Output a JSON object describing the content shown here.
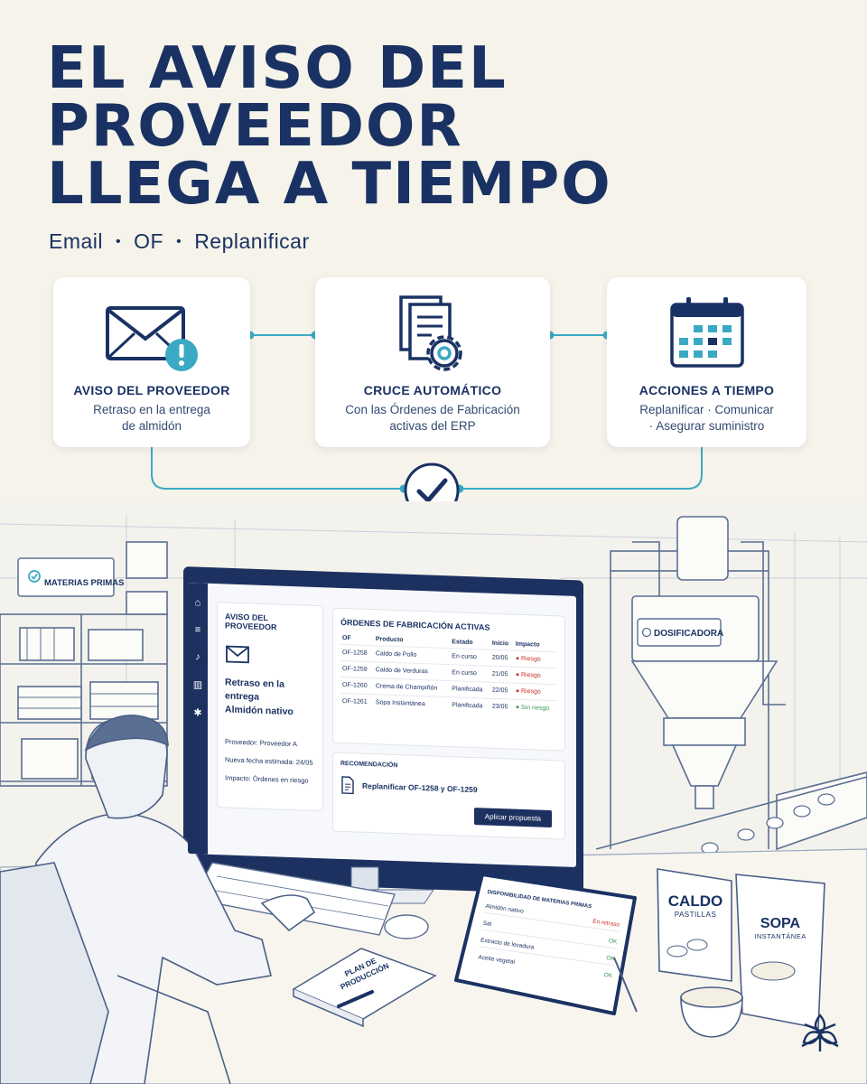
{
  "header": {
    "title_lines": [
      "EL AVISO DEL",
      "PROVEEDOR",
      "LLEGA A TIEMPO"
    ],
    "subtitle_items": [
      "Email",
      "OF",
      "Replanificar"
    ],
    "subtitle_separator": "•"
  },
  "steps": [
    {
      "title": "AVISO DEL PROVEEDOR",
      "desc_1": "Retraso en la entrega",
      "desc_2": "de almidón",
      "icon": "envelope-alert-icon"
    },
    {
      "title": "CRUCE AUTOMÁTICO",
      "desc_1": "Con las Órdenes de Fabricación",
      "desc_2": "activas del ERP",
      "icon": "document-gear-icon"
    },
    {
      "title": "ACCIONES A TIEMPO",
      "desc_1": "Replanificar · Comunicar",
      "desc_2": "· Asegurar suministro",
      "icon": "calendar-icon"
    }
  ],
  "check_icon": "check-circle-icon",
  "warehouse": {
    "sign": "MATERIAS PRIMAS"
  },
  "machine": {
    "sign": "DOSIFICADORA"
  },
  "monitor": {
    "sidebar_icons": [
      "home-icon",
      "menu-icon",
      "bell-icon",
      "chart-icon",
      "gear-icon"
    ],
    "notice": {
      "heading": "AVISO DEL PROVEEDOR",
      "message_1": "Retraso en la entrega",
      "message_2": "Almidón nativo",
      "provider_label": "Proveedor:",
      "provider_value": "Proveedor A",
      "date_label": "Nueva fecha estimada:",
      "date_value": "24/05",
      "impact_label": "Impacto:",
      "impact_value": "Órdenes en riesgo"
    },
    "orders": {
      "heading": "ÓRDENES DE FABRICACIÓN ACTIVAS",
      "columns": [
        "OF",
        "Producto",
        "Estado",
        "Inicio",
        "Impacto"
      ],
      "rows": [
        {
          "of": "OF-1258",
          "producto": "Caldo de Pollo",
          "estado": "En curso",
          "inicio": "20/05",
          "impacto": "Riesgo",
          "status_color": "#c8342c"
        },
        {
          "of": "OF-1259",
          "producto": "Caldo de Verduras",
          "estado": "En curso",
          "inicio": "21/05",
          "impacto": "Riesgo",
          "status_color": "#c8342c"
        },
        {
          "of": "OF-1260",
          "producto": "Crema de Champiñón",
          "estado": "Planificada",
          "inicio": "22/05",
          "impacto": "Riesgo",
          "status_color": "#c8342c"
        },
        {
          "of": "OF-1261",
          "producto": "Sopa Instantánea",
          "estado": "Planificada",
          "inicio": "23/05",
          "impacto": "Sin riesgo",
          "status_color": "#3c9a5a"
        }
      ]
    },
    "recommendation": {
      "heading": "RECOMENDACIÓN",
      "text": "Replanificar OF-1258 y OF-1259",
      "button": "Aplicar propuesta"
    }
  },
  "notebook": {
    "line_1": "PLAN DE",
    "line_2": "PRODUCCIÓN"
  },
  "tablet": {
    "heading": "DISPONIBILIDAD DE MATERIAS PRIMAS",
    "rows": [
      {
        "name": "Almidón nativo",
        "status": "En retraso",
        "color": "#c8342c"
      },
      {
        "name": "Sal",
        "status": "OK",
        "color": "#3c9a5a"
      },
      {
        "name": "Extracto de levadura",
        "status": "OK",
        "color": "#3c9a5a"
      },
      {
        "name": "Aceite vegetal",
        "status": "OK",
        "color": "#3c9a5a"
      }
    ]
  },
  "products": [
    {
      "name": "CALDO",
      "sub": "PASTILLAS"
    },
    {
      "name": "SOPA",
      "sub": "INSTANTÁNEA"
    }
  ],
  "logo_icon": "flower-logo-icon",
  "colors": {
    "navy": "#1a3263",
    "teal": "#3aa9c4",
    "background": "#f6f3ea",
    "risk": "#c8342c",
    "ok": "#3c9a5a"
  }
}
